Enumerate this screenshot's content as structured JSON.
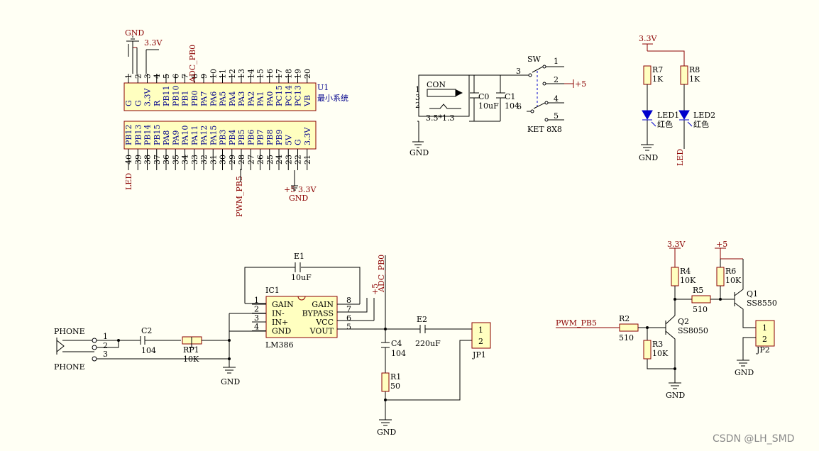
{
  "watermark": "CSDN @LH_SMD",
  "u1": {
    "ref": "U1",
    "name": "最小系统",
    "top_labels": [
      "G",
      "G",
      "3.3V",
      "R",
      "PB11",
      "PB10",
      "PB1",
      "PB0",
      "PA7",
      "PA6",
      "PA5",
      "PA4",
      "PA3",
      "PA2",
      "PA1",
      "PA0",
      "PC15",
      "PC14",
      "PC13",
      "VB"
    ],
    "top_pins": [
      "1",
      "2",
      "3",
      "4",
      "5",
      "6",
      "7",
      "8",
      "9",
      "10",
      "11",
      "12",
      "13",
      "14",
      "15",
      "16",
      "17",
      "18",
      "19",
      "20"
    ],
    "bot_labels": [
      "PB12",
      "PB13",
      "PB14",
      "PB15",
      "PA8",
      "PA9",
      "PA10",
      "PA11",
      "PA12",
      "PA15",
      "PB3",
      "PB4",
      "PB5",
      "PB6",
      "PB7",
      "PB8",
      "PB9",
      "5V",
      "G",
      "3.3V"
    ],
    "bot_pins": [
      "40",
      "39",
      "38",
      "37",
      "36",
      "35",
      "34",
      "33",
      "32",
      "31",
      "30",
      "29",
      "28",
      "27",
      "26",
      "25",
      "24",
      "23",
      "22",
      "21"
    ],
    "gnd": "GND",
    "v33": "3.3V",
    "adc_net": "ADC_PB0",
    "led_net": "LED",
    "pwm_net": "PWM_PB5",
    "p5": "+5",
    "v33b": "3.3V",
    "gnd2": "GND"
  },
  "power": {
    "con": "CON",
    "con_pins": [
      "1",
      "3",
      "2"
    ],
    "jack": "3.5*1.3",
    "c0": "C0",
    "c0v": "10uF",
    "c1": "C1",
    "c1v": "104",
    "gnd": "GND",
    "sw": "SW",
    "sw_pins": [
      "3",
      "1",
      "2",
      "4",
      "5",
      "6"
    ],
    "p5": "+5",
    "ket": "KET 8X8"
  },
  "leds": {
    "v33": "3.3V",
    "r7": "R7",
    "r7v": "1K",
    "r8": "R8",
    "r8v": "1K",
    "led1": "LED1",
    "led1c": "红色",
    "led2": "LED2",
    "led2c": "红色",
    "gnd": "GND",
    "led_net": "LED"
  },
  "amp": {
    "phone_top": "PHONE",
    "phone_bot": "PHONE",
    "jack_pins": [
      "1",
      "2",
      "3"
    ],
    "c2": "C2",
    "c2v": "104",
    "rp1": "RP1",
    "rp1v": "10K",
    "gnd": "GND",
    "ic1": "IC1",
    "ic1_part": "LM386",
    "left_labels": [
      "GAIN",
      "IN-",
      "IN+",
      "GND"
    ],
    "left_pins": [
      "1",
      "2",
      "3",
      "4"
    ],
    "right_labels": [
      "GAIN",
      "BYPASS",
      "VCC",
      "VOUT"
    ],
    "right_pins": [
      "8",
      "7",
      "6",
      "5"
    ],
    "e1": "E1",
    "e1v": "10uF",
    "adc_net": "ADC_PB0",
    "p5": "+5",
    "c4": "C4",
    "c4v": "104",
    "r1": "R1",
    "r1v": "50",
    "e2": "E2",
    "e2v": "220uF",
    "jp1": "JP1",
    "jp_pins": [
      "1",
      "2"
    ],
    "gnd2": "GND"
  },
  "drive": {
    "v33": "3.3V",
    "p5": "+5",
    "r4": "R4",
    "r4v": "10K",
    "r5": "R5",
    "r5v": "510",
    "r6": "R6",
    "r6v": "10K",
    "q1": "Q1",
    "q1v": "SS8550",
    "q2": "Q2",
    "q2v": "SS8050",
    "pwm_net": "PWM_PB5",
    "r2": "R2",
    "r2v": "510",
    "r3": "R3",
    "r3v": "10K",
    "gnd": "GND",
    "gnd2": "GND",
    "jp2": "JP2",
    "jp_pins": [
      "1",
      "2"
    ]
  }
}
